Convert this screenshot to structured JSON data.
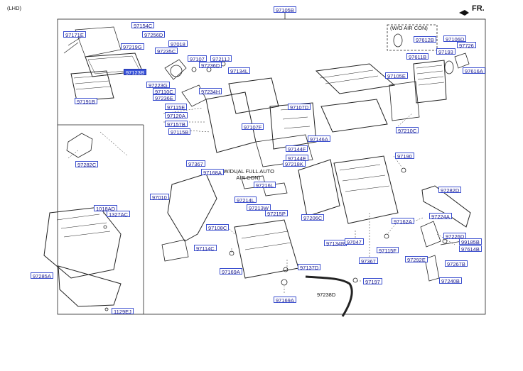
{
  "diagram": {
    "header": {
      "variant": "(LHD)",
      "direction": "FR.",
      "main_assembly": "97105B"
    },
    "notes": {
      "wo_aircon": "(W/O AIR CON)",
      "dual_auto": "(W/DUAL FULL AUTO\n          AIR CON)"
    },
    "labels": {
      "l97154C": "97154C",
      "l97171E": "97171E",
      "l97256D": "97256D",
      "l97219G": "97219G",
      "l97018": "97018",
      "l97235C": "97235C",
      "l97123B": "97123B",
      "l97191B": "97191B",
      "l97107": "97107",
      "l97211J": "97211J",
      "l97236D": "97236D",
      "l97134L": "97134L",
      "l97223G": "97223G",
      "l97110C": "97110C",
      "l97234H": "97234H",
      "l97236E": "97236E",
      "l97115E": "97115E",
      "l97120A": "97120A",
      "l97157B": "97157B",
      "l97115B": "97115B",
      "l97107D": "97107D",
      "l97107F": "97107F",
      "l97146A": "97146A",
      "l97144F": "97144F",
      "l97144E": "97144E",
      "l97218K": "97218K",
      "l97367a": "97367",
      "l97168A": "97168A",
      "l97216L": "97216L",
      "l97214L": "97214L",
      "l97213W": "97213W",
      "l97215P": "97215P",
      "l97010": "97010",
      "l97108C": "97108C",
      "l97114C": "97114C",
      "l97169A1": "97169A",
      "l97137D": "97137D",
      "l97169A2": "97169A",
      "l97282C": "97282C",
      "l1018AD": "1018AD",
      "l1327AC": "1327AC",
      "l97285A": "97285A",
      "l1129EJ": "1129EJ",
      "l97612B": "97612B",
      "l97106D": "97106D",
      "l97726": "97726",
      "l97193": "97193",
      "l97611B": "97611B",
      "l97616A": "97616A",
      "l97105E": "97105E",
      "l97210C": "97210C",
      "l97190": "97190",
      "l97282D": "97282D",
      "l97224A": "97224A",
      "l97162A": "97162A",
      "l97206C": "97206C",
      "l97134R": "97134R",
      "l97047": "97047",
      "l97115F": "97115F",
      "l97226D": "97226D",
      "l99185B": "99185B",
      "l97614B": "97614B",
      "l97367b": "97367",
      "l97292E": "97292E",
      "l97267B": "97267B",
      "l97197": "97197",
      "l97240B": "97240B"
    },
    "plain": {
      "p97238D": "97238D"
    },
    "colors": {
      "label_border": "#3b4fcf",
      "label_text": "#1a1a8c",
      "highlight": "#3b55d9",
      "line": "#222222"
    }
  }
}
